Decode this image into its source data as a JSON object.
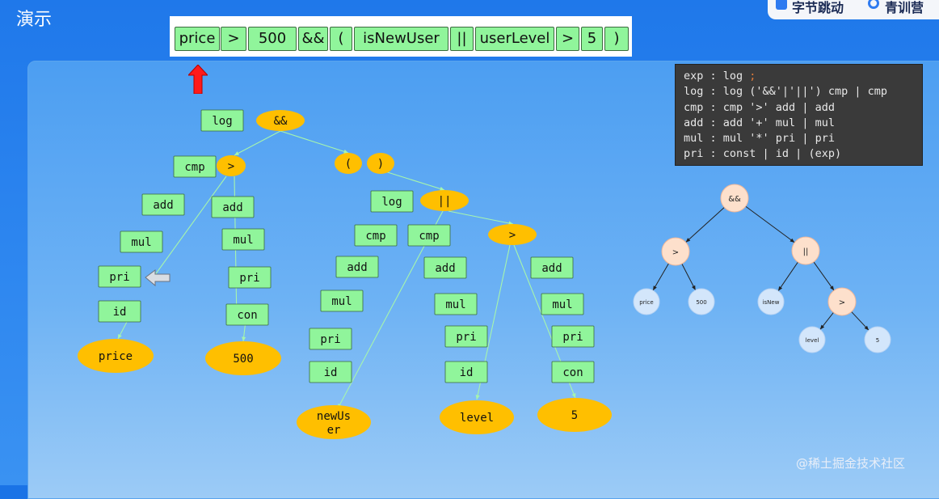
{
  "title": "演示",
  "logo": {
    "brand1": "字节跳动",
    "brand2": "青训营"
  },
  "tokens": [
    "price",
    ">",
    "500",
    "&&",
    "(",
    "isNewUser",
    "||",
    "userLevel",
    ">",
    "5",
    ")"
  ],
  "grammar": [
    {
      "lhs": "exp",
      "rhs": "log",
      "tail": " ;"
    },
    {
      "lhs": "log",
      "rhs": "log ('&&'|'||') cmp | cmp",
      "tail": ""
    },
    {
      "lhs": "cmp",
      "rhs": "cmp '>' add | add",
      "tail": ""
    },
    {
      "lhs": "add",
      "rhs": "add '+' mul | mul",
      "tail": ""
    },
    {
      "lhs": "mul",
      "rhs": "mul '*' pri | pri",
      "tail": ""
    },
    {
      "lhs": "pri",
      "rhs": "const | id | (exp)",
      "tail": ""
    }
  ],
  "parse_tree": {
    "rects": [
      {
        "id": "r_log1",
        "text": "log"
      },
      {
        "id": "r_cmp1",
        "text": "cmp"
      },
      {
        "id": "r_add1",
        "text": "add"
      },
      {
        "id": "r_mul1",
        "text": "mul"
      },
      {
        "id": "r_pri1",
        "text": "pri"
      },
      {
        "id": "r_id1",
        "text": "id"
      },
      {
        "id": "r_add2",
        "text": "add"
      },
      {
        "id": "r_mul2",
        "text": "mul"
      },
      {
        "id": "r_pri2",
        "text": "pri"
      },
      {
        "id": "r_con2",
        "text": "con"
      },
      {
        "id": "r_log2",
        "text": "log"
      },
      {
        "id": "r_cmp3",
        "text": "cmp"
      },
      {
        "id": "r_add3",
        "text": "add"
      },
      {
        "id": "r_mul3",
        "text": "mul"
      },
      {
        "id": "r_pri3",
        "text": "pri"
      },
      {
        "id": "r_id3",
        "text": "id"
      },
      {
        "id": "r_cmp4",
        "text": "cmp"
      },
      {
        "id": "r_add4",
        "text": "add"
      },
      {
        "id": "r_mul4",
        "text": "mul"
      },
      {
        "id": "r_pri4",
        "text": "pri"
      },
      {
        "id": "r_id4",
        "text": "id"
      },
      {
        "id": "r_add5",
        "text": "add"
      },
      {
        "id": "r_mul5",
        "text": "mul"
      },
      {
        "id": "r_pri5",
        "text": "pri"
      },
      {
        "id": "r_con5",
        "text": "con"
      }
    ],
    "ellipses": [
      {
        "id": "e_and",
        "text": "&&"
      },
      {
        "id": "e_gt1",
        "text": ">"
      },
      {
        "id": "e_lp",
        "text": "("
      },
      {
        "id": "e_rp",
        "text": ")"
      },
      {
        "id": "e_or",
        "text": "||"
      },
      {
        "id": "e_gt2",
        "text": ">"
      },
      {
        "id": "e_price",
        "text": "price"
      },
      {
        "id": "e_500",
        "text": "500"
      },
      {
        "id": "e_newuser",
        "text": "newUs\ner"
      },
      {
        "id": "e_level",
        "text": "level"
      },
      {
        "id": "e_5",
        "text": "5"
      }
    ]
  },
  "ast": {
    "nodes": [
      {
        "id": "a_and",
        "text": "&&"
      },
      {
        "id": "a_gt1",
        "text": ">"
      },
      {
        "id": "a_or",
        "text": "||"
      },
      {
        "id": "a_price",
        "text": "price"
      },
      {
        "id": "a_500",
        "text": "500"
      },
      {
        "id": "a_isnew",
        "text": "isNew"
      },
      {
        "id": "a_gt2",
        "text": ">"
      },
      {
        "id": "a_level",
        "text": "level"
      },
      {
        "id": "a_5",
        "text": "5"
      }
    ]
  },
  "watermark": "@稀土掘金技术社区",
  "colors": {
    "rect_fill": "#90f59b",
    "ellipse_fill": "#ffbf00",
    "edge": "#a6f5ad",
    "ast_op_fill": "#fde0cc",
    "ast_leaf_fill": "#d3e6fb",
    "arrow_red": "#ff1a1a"
  }
}
